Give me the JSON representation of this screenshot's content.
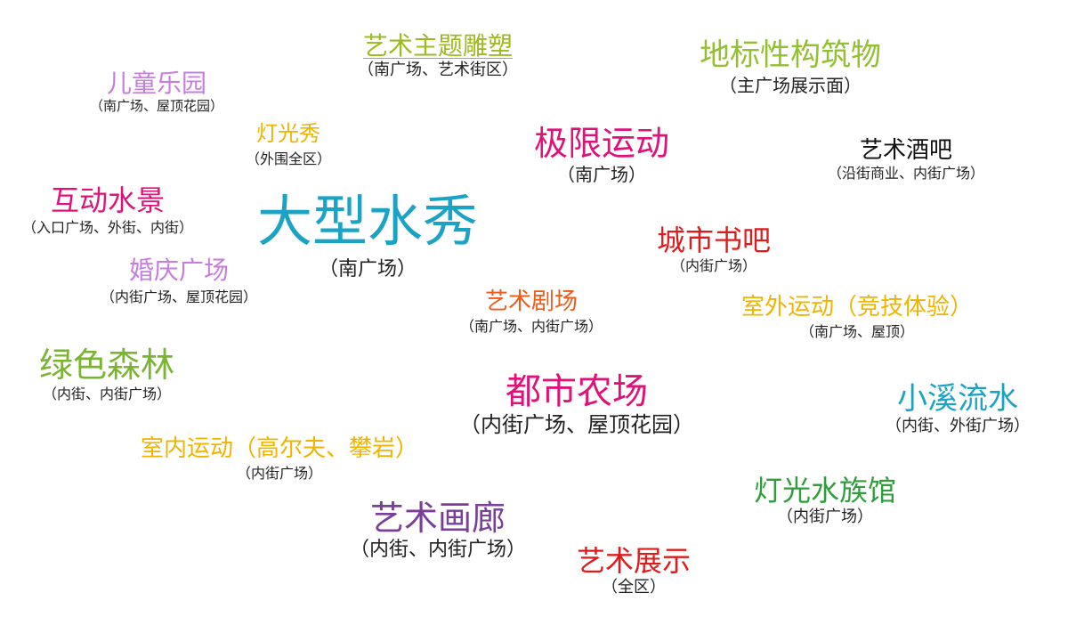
{
  "items": {
    "water": {
      "name": "大型水秀",
      "location": "南广场",
      "color": "#1aa3c4"
    },
    "sculpture": {
      "name": "艺术主题雕塑",
      "location": "南广场、艺术街区",
      "color": "#9bbb1e"
    },
    "landmark": {
      "name": "地标性构筑物",
      "location": "主广场展示面",
      "color": "#92c030"
    },
    "kids": {
      "name": "儿童乐园",
      "location": "南广场、屋顶花园",
      "color": "#c77ce0"
    },
    "light": {
      "name": "灯光秀",
      "location": "外围全区",
      "color": "#f0b400"
    },
    "extreme": {
      "name": "极限运动",
      "location": "南广场",
      "color": "#e0127a"
    },
    "bar": {
      "name": "艺术酒吧",
      "location": "沿街商业、内街广场",
      "color": "#111111"
    },
    "interactive": {
      "name": "互动水景",
      "location": "入口广场、外街、内街",
      "color": "#e0127a"
    },
    "citybook": {
      "name": "城市书吧",
      "location": "内街广场",
      "color": "#e01b1b"
    },
    "wedding": {
      "name": "婚庆广场",
      "location": "内街广场、屋顶花园",
      "color": "#c77ce0"
    },
    "theater": {
      "name": "艺术剧场",
      "location": "南广场、内街广场",
      "color": "#f05a1a"
    },
    "outsport": {
      "name": "室外运动（竞技体验）",
      "location": "南广场、屋顶",
      "color": "#f0b400"
    },
    "forest": {
      "name": "绿色森林",
      "location": "内街、内街广场",
      "color": "#7ab532"
    },
    "farm": {
      "name": "都市农场",
      "location": "内街广场、屋顶花园",
      "color": "#e0127a"
    },
    "stream": {
      "name": "小溪流水",
      "location": "内街、外街广场",
      "color": "#1aa3c4"
    },
    "insport": {
      "name": "室内运动（高尔夫、攀岩）",
      "location": "内街广场",
      "color": "#f0b400"
    },
    "aquarium": {
      "name": "灯光水族馆",
      "location": "内街广场",
      "color": "#2e9e3a"
    },
    "gallery": {
      "name": "艺术画廊",
      "location": "内街、内街广场",
      "color": "#7a3f99"
    },
    "show": {
      "name": "艺术展示",
      "location": "全区",
      "color": "#e01b1b"
    }
  }
}
